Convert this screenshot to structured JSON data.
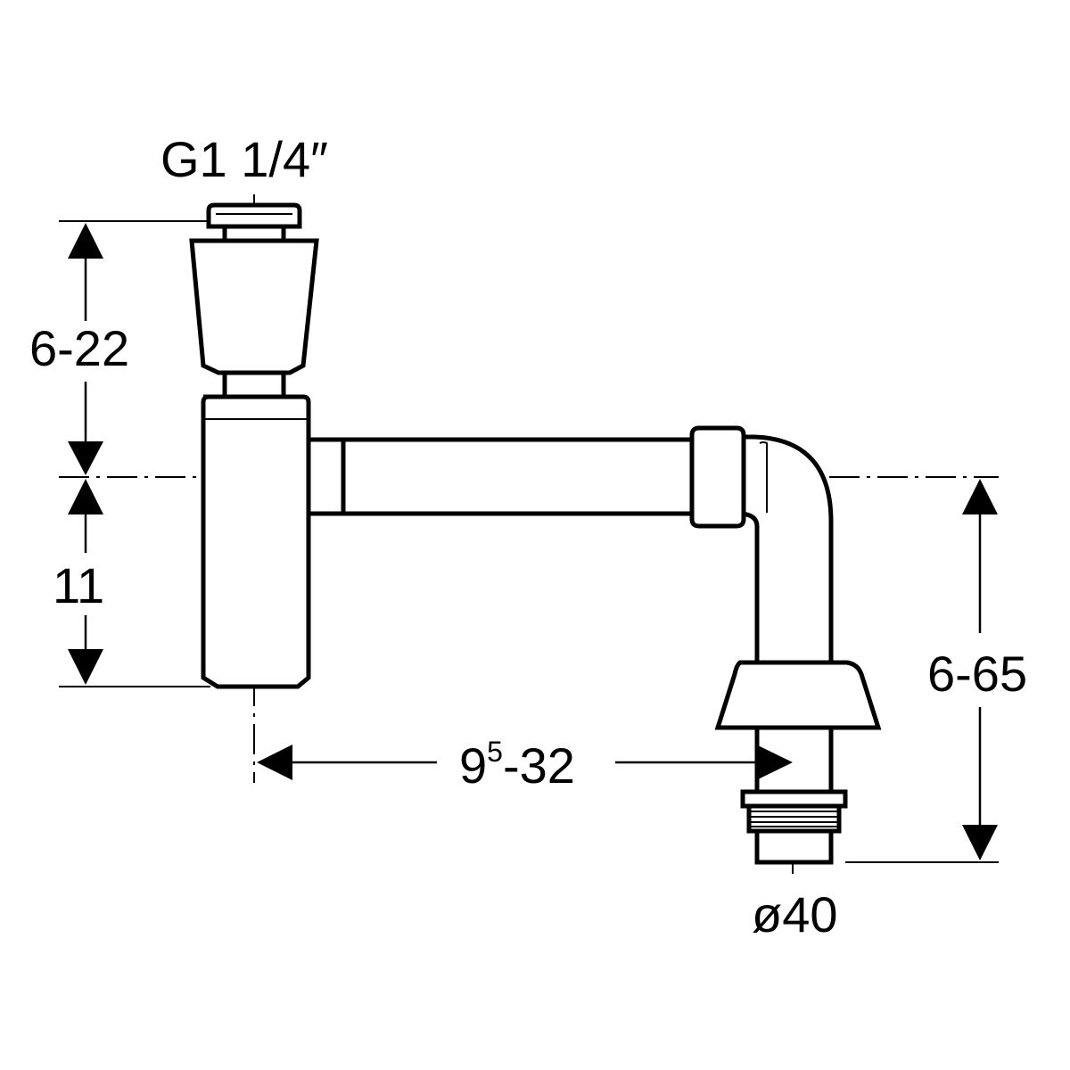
{
  "diagram": {
    "labels": {
      "thread": "G1 1/4″",
      "inlet_height": "6-22",
      "outlet_offset": "11",
      "outlet_drop": "6-65",
      "horizontal_base": "9",
      "horizontal_sup": "5",
      "horizontal_rest": "-32",
      "outlet_diameter": "ø40"
    },
    "colors": {
      "line": "#000000",
      "background": "#ffffff"
    }
  }
}
